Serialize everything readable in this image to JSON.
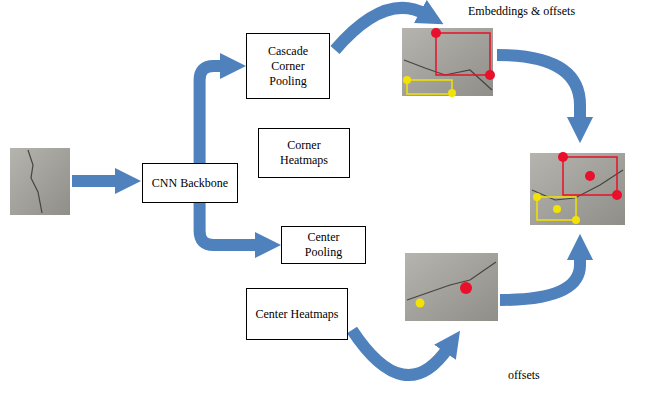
{
  "diagram": {
    "nodes": [
      {
        "text": [
          "CNN Backbone"
        ]
      },
      {
        "text": [
          "Cascade Corner Pooling"
        ]
      },
      {
        "text": [
          "Corner Heatmaps"
        ]
      },
      {
        "text": [
          "Center Pooling"
        ]
      },
      {
        "text": [
          "Center Heatmaps"
        ]
      }
    ],
    "edges": [
      {
        "from": 0,
        "to": 1,
        "arrow": "to"
      },
      {
        "from": 0,
        "to": 3,
        "arrow": "to"
      }
    ],
    "labels": [
      "Embeddings & offsets",
      "offsets"
    ]
  }
}
